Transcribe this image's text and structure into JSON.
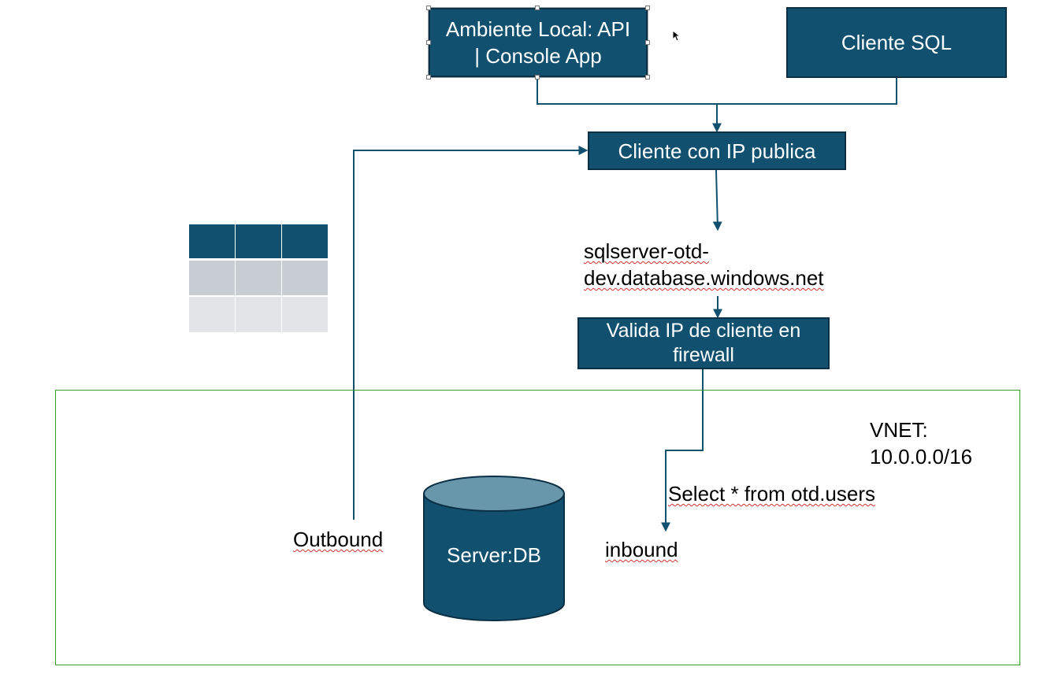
{
  "nodes": {
    "local_env": "Ambiente Local: API | Console App",
    "local_env_line1": "Ambiente Local: API",
    "local_env_line2": "| Console App",
    "sql_client": "Cliente SQL",
    "public_ip_client": "Cliente con IP publica",
    "validate_ip_line1": "Valida IP de cliente en",
    "validate_ip_line2": "firewall",
    "database": "Server:DB"
  },
  "labels": {
    "server_host_line1": "sqlserver-otd-",
    "server_host_line2": "dev.database.windows.net",
    "vnet_line1": "VNET:",
    "vnet_line2": "10.0.0.0/16",
    "query": "Select * from otd.users",
    "inbound": "inbound",
    "outbound": "Outbound"
  },
  "colors": {
    "box_fill": "#11506f",
    "connector": "#11506f",
    "vnet_border": "#3a9a2a",
    "table_header": "#11506f",
    "table_row1": "#c8ccd3",
    "table_row2": "#e2e4e8"
  },
  "table_icon": {
    "columns": 3,
    "rows": 3
  }
}
